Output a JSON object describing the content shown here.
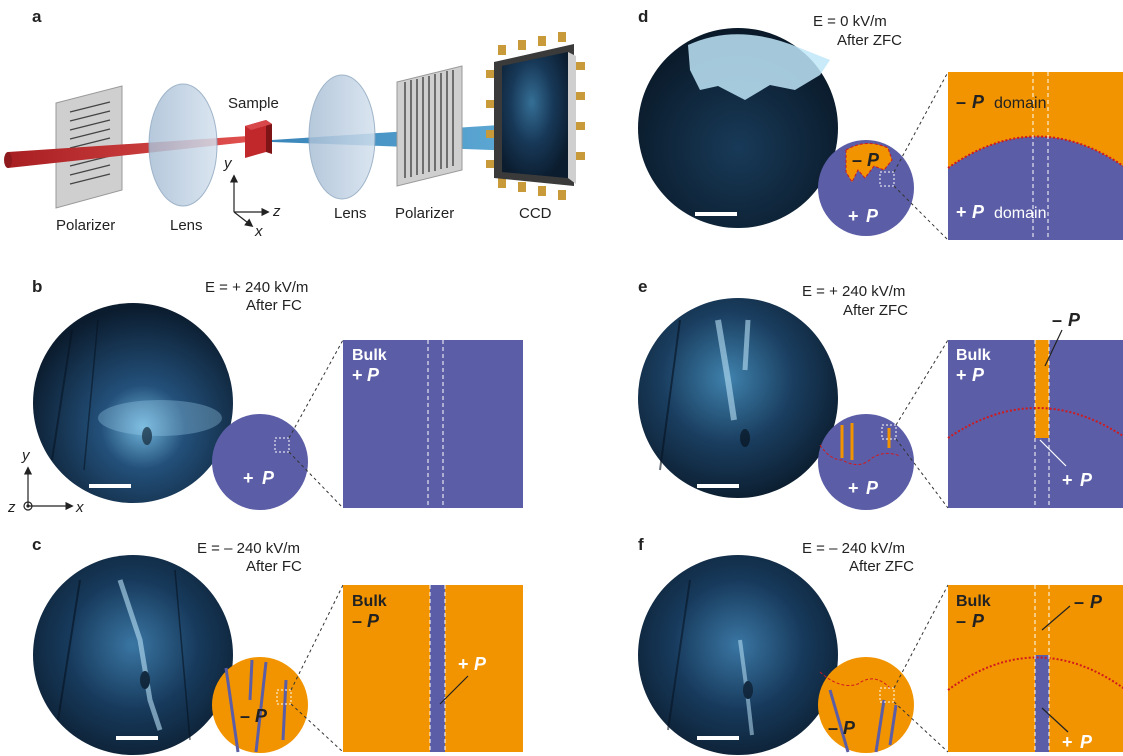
{
  "panels": {
    "a": "a",
    "b": "b",
    "c": "c",
    "d": "d",
    "e": "e",
    "f": "f"
  },
  "setup": {
    "polarizer_left": "Polarizer",
    "lens_left": "Lens",
    "sample": "Sample",
    "lens_right": "Lens",
    "polarizer_right": "Polarizer",
    "ccd": "CCD",
    "axis_y": "y",
    "axis_z": "z",
    "axis_x": "x"
  },
  "axes_b": {
    "y": "y",
    "z": "z",
    "x": "x"
  },
  "conditions": {
    "b_field": "E = + 240 kV/m",
    "b_proc": "After FC",
    "c_field": "E = – 240 kV/m",
    "c_proc": "After FC",
    "d_field": "E = 0 kV/m",
    "d_proc": "After ZFC",
    "e_field": "E = + 240 kV/m",
    "e_proc": "After ZFC",
    "f_field": "E = – 240 kV/m",
    "f_proc": "After ZFC"
  },
  "labels": {
    "bulk": "Bulk",
    "plus_sign": "+",
    "minus_sign": "–",
    "P": "P",
    "domain": "domain"
  },
  "colors": {
    "plus_domain": "#5b5ea6",
    "minus_domain": "#f29400",
    "wall": "#d0191e",
    "laser_in": "#c0282b",
    "laser_out": "#3d8fc0",
    "micro_dark": "#0a1a2a",
    "micro_light": "#7fc3e8"
  }
}
